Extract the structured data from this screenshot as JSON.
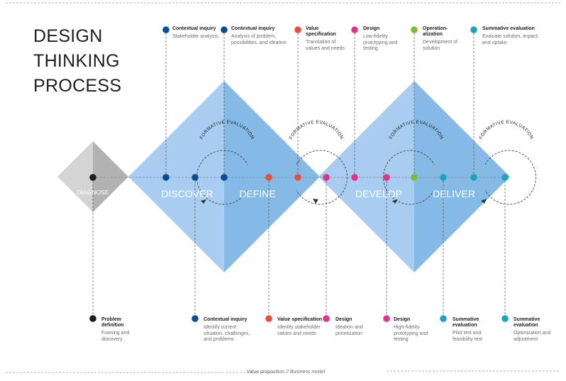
{
  "title": [
    "DESIGN",
    "THINKING",
    "PROCESS"
  ],
  "phases": [
    "DIAGNOSE",
    "DISCOVER",
    "DEFINE",
    "DEVELOP",
    "DELIVER"
  ],
  "loops": [
    "FORMATIVE EVALUATION",
    "FORMATIVE EVALUATION",
    "FORMATIVE EVALUATION",
    "FORMATIVE EVALUATION"
  ],
  "colors": {
    "dark_blue": "#0a4c95",
    "red": "#e94e3c",
    "magenta": "#e0338a",
    "green": "#7dbb38",
    "teal": "#1aa5bd",
    "black": "#1d1d1b",
    "light_diamond": "#a9cdf0",
    "dark_diamond": "#85b9e6",
    "grey_light": "#d4d4d4",
    "grey_dark": "#b2b2b2"
  },
  "top_annotations": [
    {
      "title": "Contextual inquiry",
      "desc": "Stakeholder analysis",
      "color": "dark_blue"
    },
    {
      "title": "Contextual inquiry",
      "desc": "Analysis of problem, possibilities, and ideation",
      "color": "dark_blue"
    },
    {
      "title": "Value specification",
      "desc": "Translation of values and needs",
      "color": "red"
    },
    {
      "title": "Design",
      "desc": "Low-fidelity prototyping and testing",
      "color": "magenta"
    },
    {
      "title": "Operation-alization",
      "desc": "Development of solution",
      "color": "green"
    },
    {
      "title": "Summative evaluation",
      "desc": "Evaluate solution, impact, and uptake",
      "color": "teal"
    }
  ],
  "bottom_annotations": [
    {
      "title": "Problem definition",
      "desc": "Framing and discovery",
      "color": "black"
    },
    {
      "title": "Contextual inquiry",
      "desc": "Identify current situation, challenges, and problems",
      "color": "dark_blue"
    },
    {
      "title": "Value specification",
      "desc": "Identify stakeholder values and needs",
      "color": "red"
    },
    {
      "title": "Design",
      "desc": "Ideation and prioritization",
      "color": "magenta"
    },
    {
      "title": "Design",
      "desc": "High-fidelity prototyping and testing",
      "color": "magenta"
    },
    {
      "title": "Summative evaluation",
      "desc": "Pilot test and feasibility test",
      "color": "teal"
    },
    {
      "title": "Summative evaluation",
      "desc": "Optimization and adjustment",
      "color": "teal"
    }
  ],
  "footer": "Value proposition // Business model"
}
